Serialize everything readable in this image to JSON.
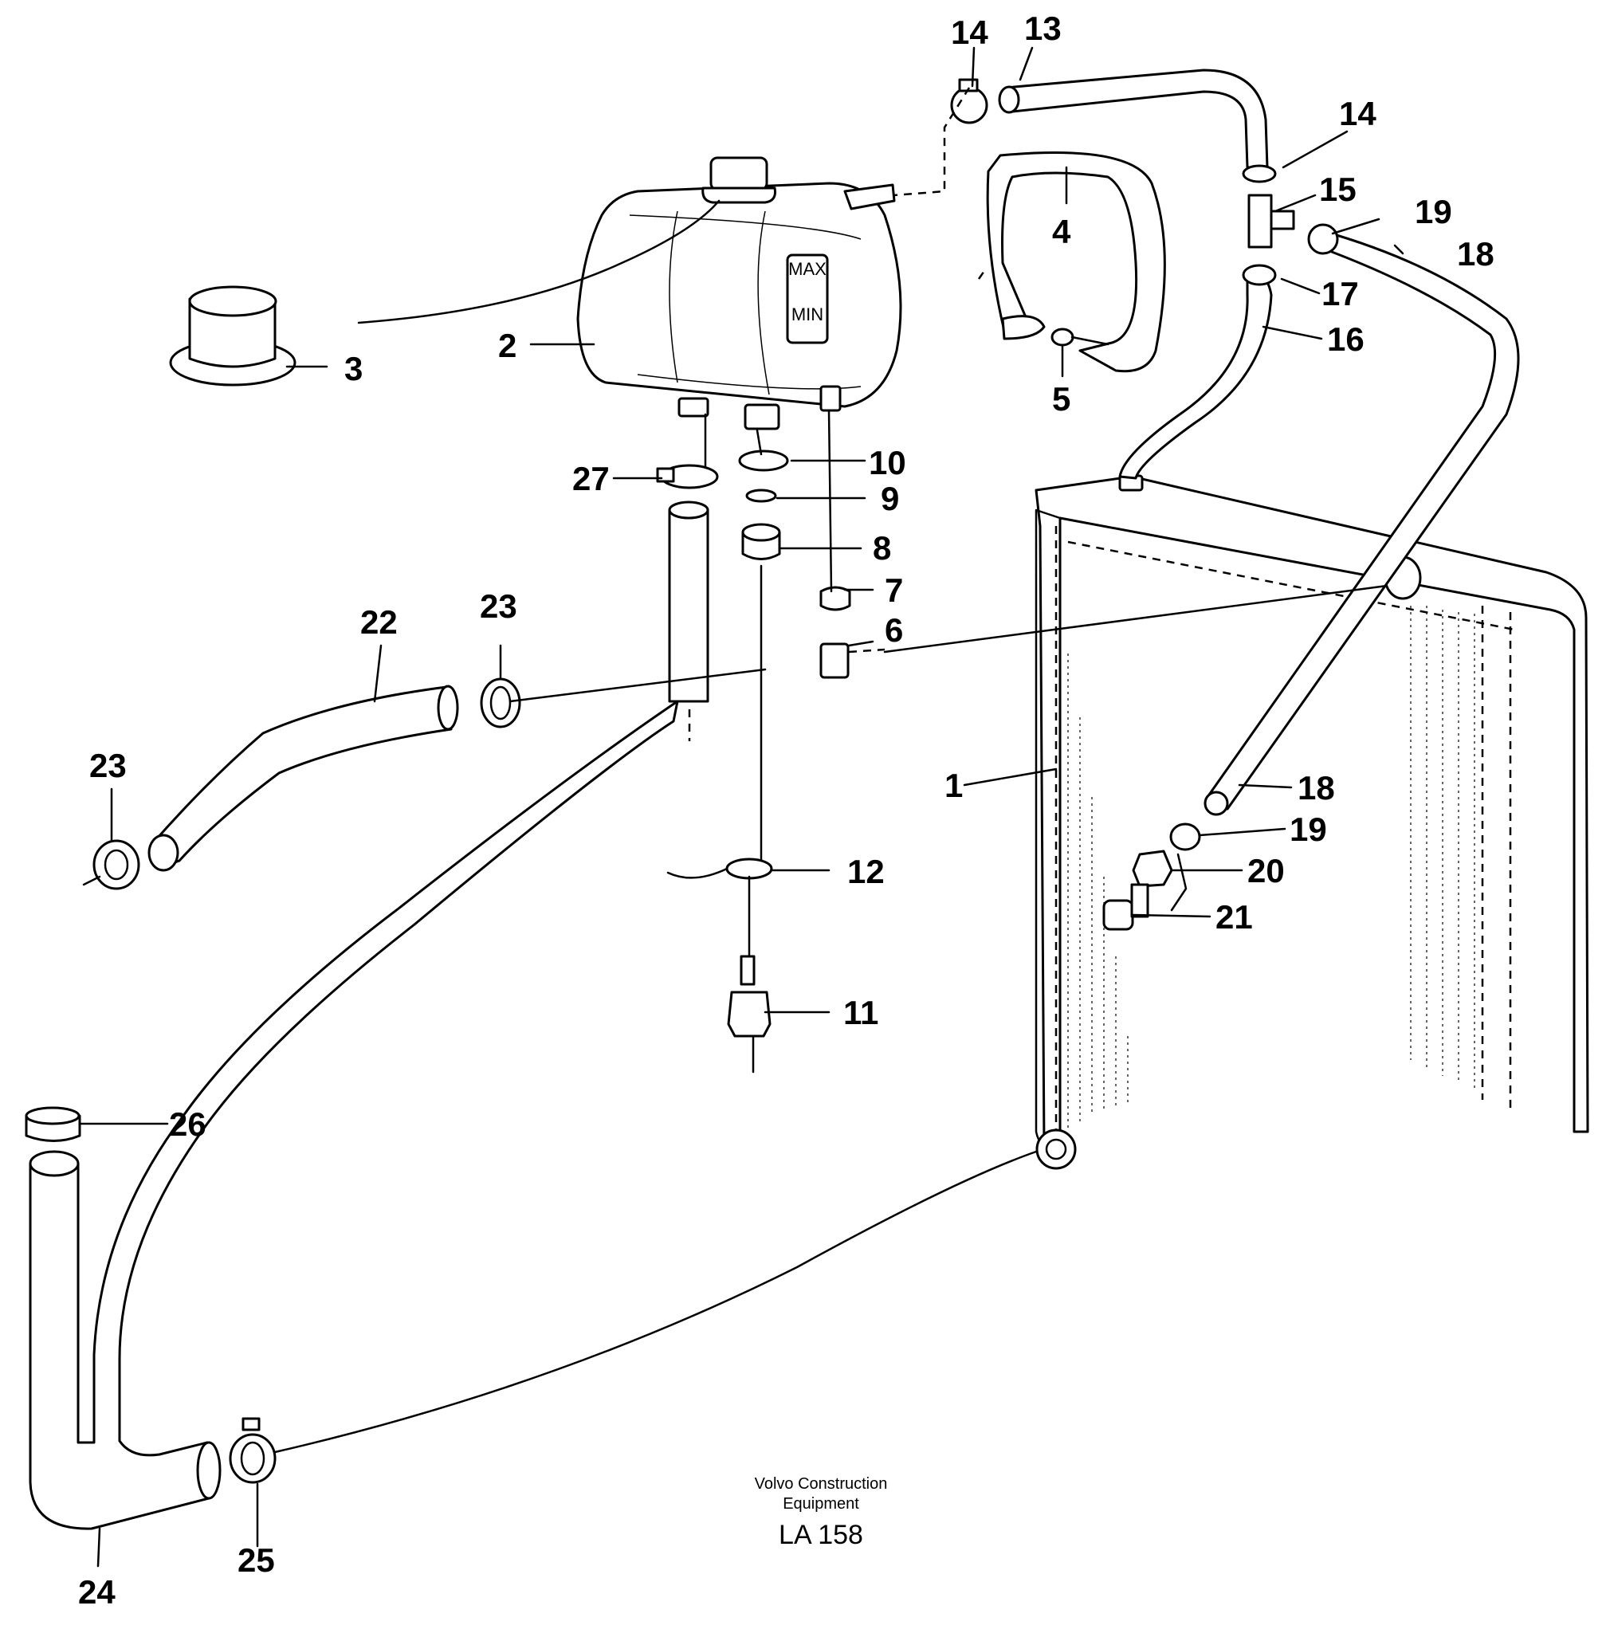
{
  "diagram": {
    "callouts": [
      {
        "id": "c1",
        "label": "1"
      },
      {
        "id": "c2",
        "label": "2"
      },
      {
        "id": "c3",
        "label": "3"
      },
      {
        "id": "c4",
        "label": "4"
      },
      {
        "id": "c5",
        "label": "5"
      },
      {
        "id": "c6",
        "label": "6"
      },
      {
        "id": "c7",
        "label": "7"
      },
      {
        "id": "c8",
        "label": "8"
      },
      {
        "id": "c9",
        "label": "9"
      },
      {
        "id": "c10",
        "label": "10"
      },
      {
        "id": "c11",
        "label": "11"
      },
      {
        "id": "c12",
        "label": "12"
      },
      {
        "id": "c13",
        "label": "13"
      },
      {
        "id": "c14a",
        "label": "14"
      },
      {
        "id": "c14b",
        "label": "14"
      },
      {
        "id": "c15",
        "label": "15"
      },
      {
        "id": "c16",
        "label": "16"
      },
      {
        "id": "c17",
        "label": "17"
      },
      {
        "id": "c18a",
        "label": "18"
      },
      {
        "id": "c18b",
        "label": "18"
      },
      {
        "id": "c19a",
        "label": "19"
      },
      {
        "id": "c19b",
        "label": "19"
      },
      {
        "id": "c20",
        "label": "20"
      },
      {
        "id": "c21",
        "label": "21"
      },
      {
        "id": "c22",
        "label": "22"
      },
      {
        "id": "c23a",
        "label": "23"
      },
      {
        "id": "c23b",
        "label": "23"
      },
      {
        "id": "c24",
        "label": "24"
      },
      {
        "id": "c25",
        "label": "25"
      },
      {
        "id": "c26",
        "label": "26"
      },
      {
        "id": "c27",
        "label": "27"
      }
    ],
    "tank_markings": {
      "max": "MAX",
      "min": "MIN"
    }
  },
  "caption": {
    "company_line1": "Volvo Construction",
    "company_line2": "Equipment",
    "code": "LA 158"
  }
}
